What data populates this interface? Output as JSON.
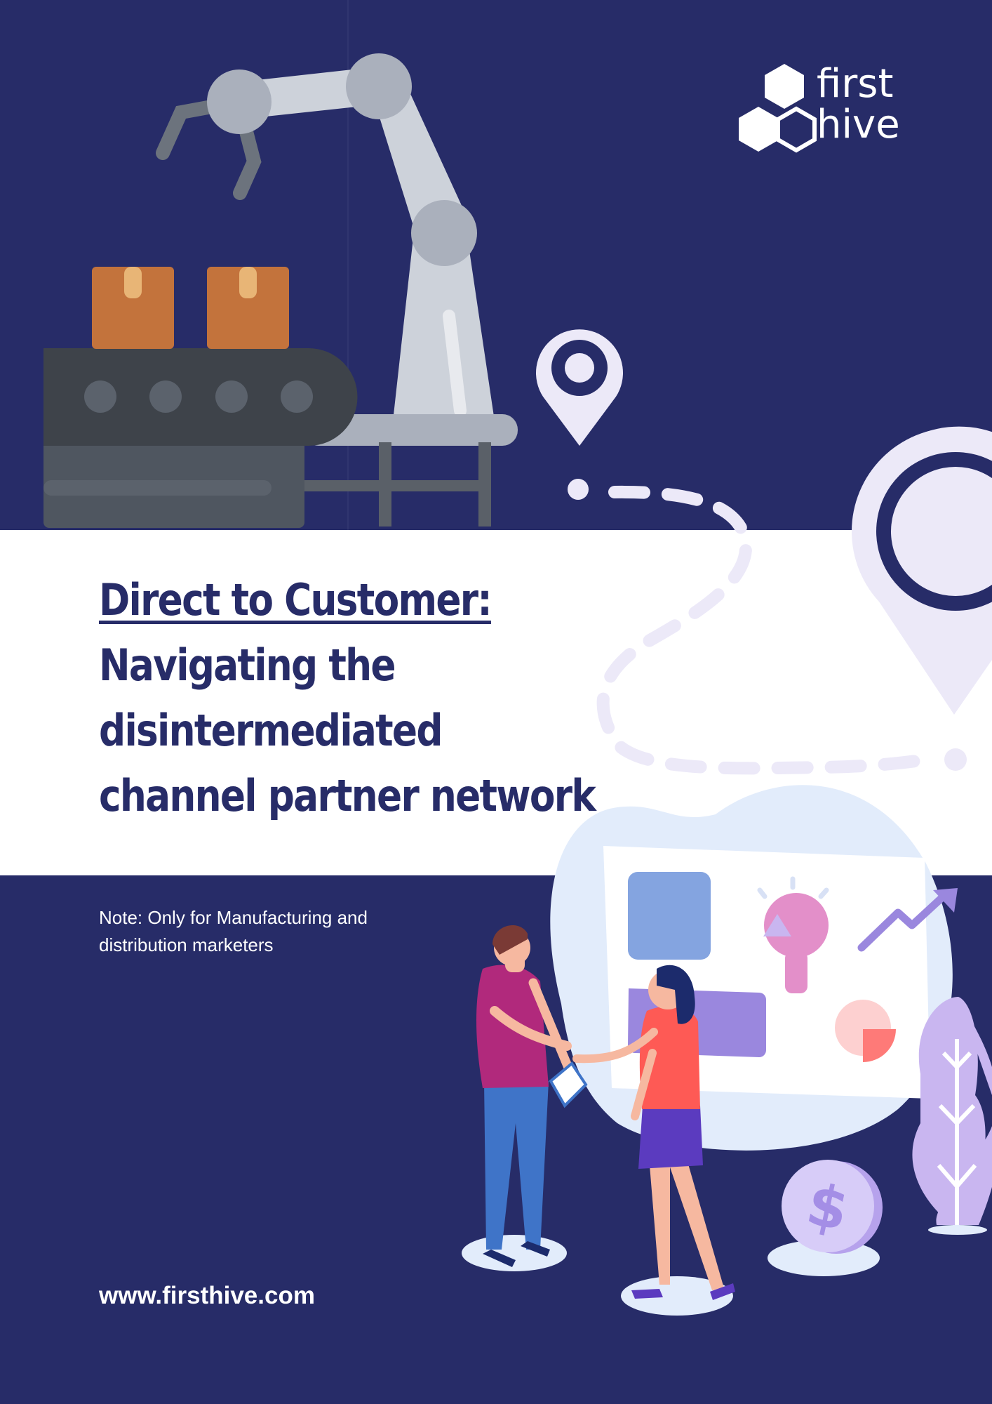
{
  "brand": {
    "logo_line1": "first",
    "logo_line2": "hive"
  },
  "cover": {
    "title_line1": "Direct to Customer:",
    "title_line2": "Navigating the",
    "title_line3": "disintermediated",
    "title_line4": "channel partner network",
    "note_line1": "Note: Only for Manufacturing and",
    "note_line2": "distribution marketers",
    "website": "www.firsthive.com"
  },
  "colors": {
    "navy": "#272c68",
    "white": "#ffffff",
    "light_lavender": "#ece9f8",
    "box_orange": "#c3733c",
    "robot_gray": "#cdd2da"
  },
  "icons": [
    "robot-arm-icon",
    "conveyor-belt-icon",
    "location-pin-icon",
    "handshake-people-illustration",
    "dollar-coin-icon",
    "lightbulb-icon",
    "trend-arrow-icon",
    "plant-icon"
  ]
}
